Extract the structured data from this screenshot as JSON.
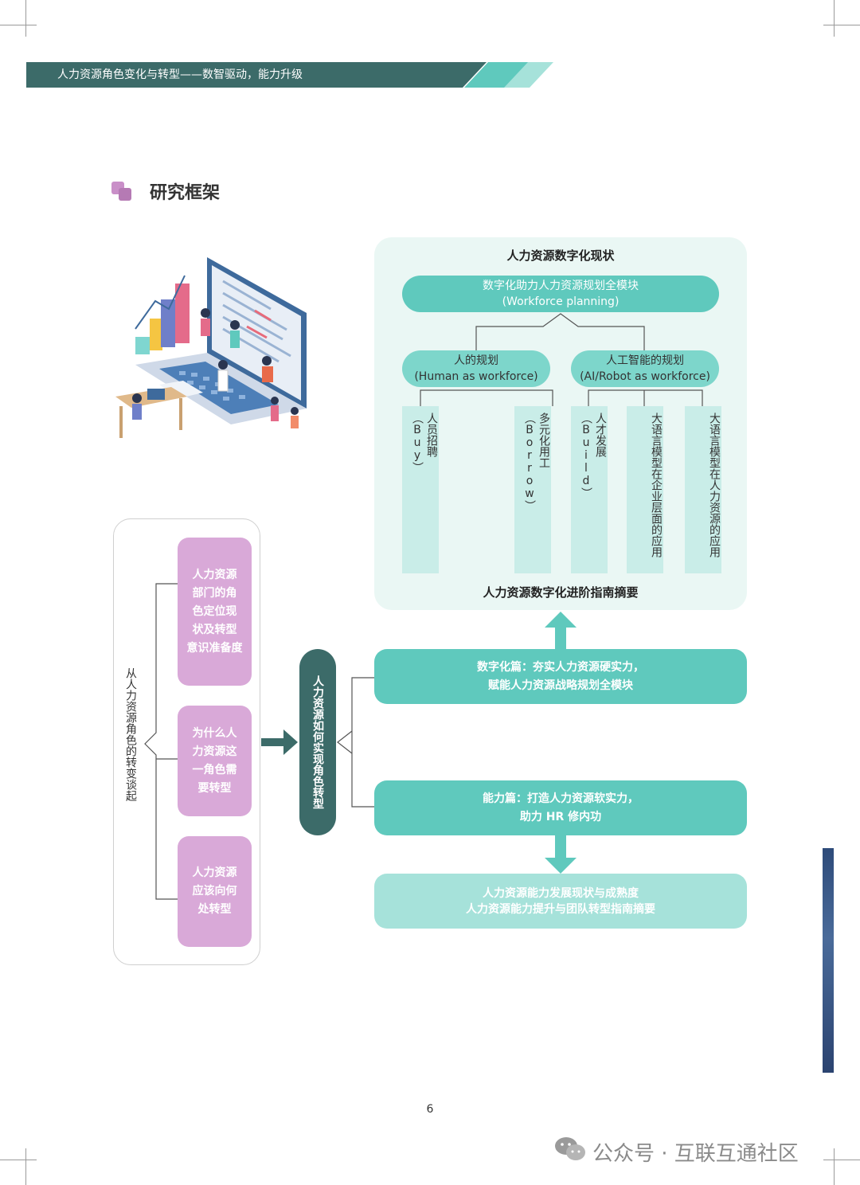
{
  "header": {
    "banner_text": "人力资源角色变化与转型——数智驱动，能力升级"
  },
  "section": {
    "title": "研究框架"
  },
  "panel": {
    "title": "人力资源数字化现状",
    "top_pill": {
      "line1": "数字化助力人力资源规划全模块",
      "line2": "(Workforce planning)"
    },
    "left_pill": {
      "line1": "人的规划",
      "line2": "(Human as workforce)"
    },
    "right_pill": {
      "line1": "人工智能的规划",
      "line2": "(AI/Robot as workforce)"
    },
    "columns": [
      {
        "text": "人员招聘",
        "sub": "（Buy）"
      },
      {
        "text": "多元化用工",
        "sub": "（Borrow）"
      },
      {
        "text": "人才发展",
        "sub": "（Build）"
      },
      {
        "text": "大语言模型在企业层面的应用",
        "sub": ""
      },
      {
        "text": "大语言模型在人力资源的应用",
        "sub": ""
      }
    ],
    "footer": "人力资源数字化进阶指南摘要"
  },
  "digital": {
    "line1": "数字化篇：夯实人力资源硬实力，",
    "line2": "赋能人力资源战略规划全模块"
  },
  "capability": {
    "line1": "能力篇：打造人力资源软实力，",
    "line2": "助力 HR 修内功"
  },
  "final": {
    "line1": "人力资源能力发展现状与成熟度",
    "line2": "人力资源能力提升与团队转型指南摘要"
  },
  "left": {
    "vertical_label": "从人力资源角色的转变谈起",
    "cards": [
      {
        "lines": [
          "人力资源",
          "部门的角",
          "色定位现",
          "状及转型",
          "意识准备度"
        ]
      },
      {
        "lines": [
          "为什么人",
          "力资源这",
          "一角色需",
          "要转型"
        ]
      },
      {
        "lines": [
          "人力资源",
          "应该向何",
          "处转型"
        ]
      }
    ]
  },
  "center": {
    "label": "人力资源如何实现角色转型"
  },
  "footer": {
    "page_number": "6",
    "watermark": "公众号 · 互联互通社区"
  },
  "colors": {
    "teal": "#5fc9bd",
    "teal_light": "#a6e2da",
    "panel_bg": "#eaf7f4",
    "dark_teal": "#3c6b69",
    "purple": "#d9a9d8",
    "arrow": "#5fc9bd"
  }
}
